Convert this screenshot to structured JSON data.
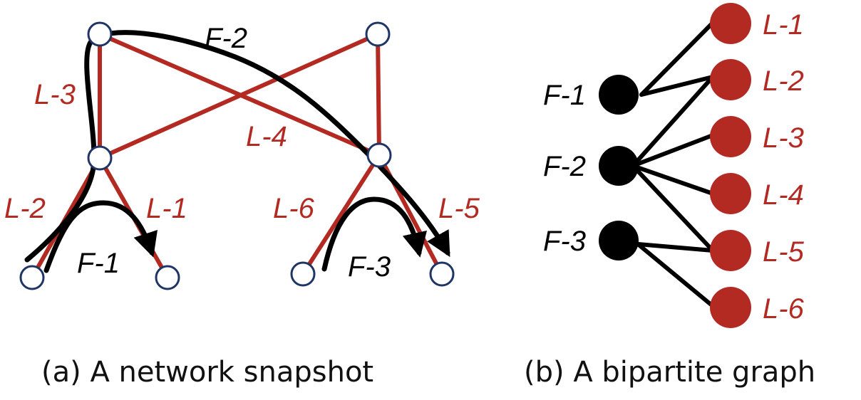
{
  "captions": {
    "a": "(a) A network snapshot",
    "b": "(b) A bipartite graph"
  },
  "network": {
    "link_labels": {
      "L1": "L-1",
      "L2": "L-2",
      "L3": "L-3",
      "L4": "L-4",
      "L5": "L-5",
      "L6": "L-6"
    },
    "flow_labels": {
      "F1": "F-1",
      "F2": "F-2",
      "F3": "F-3"
    }
  },
  "bipartite": {
    "flows": [
      "F-1",
      "F-2",
      "F-3"
    ],
    "links": [
      "L-1",
      "L-2",
      "L-3",
      "L-4",
      "L-5",
      "L-6"
    ],
    "edges": [
      [
        "F-1",
        "L-1"
      ],
      [
        "F-1",
        "L-2"
      ],
      [
        "F-2",
        "L-2"
      ],
      [
        "F-2",
        "L-3"
      ],
      [
        "F-2",
        "L-4"
      ],
      [
        "F-2",
        "L-5"
      ],
      [
        "F-3",
        "L-5"
      ],
      [
        "F-3",
        "L-6"
      ]
    ]
  },
  "colors": {
    "link": "#b22a22",
    "flow": "#000000",
    "node_outline": "#1f3566"
  }
}
